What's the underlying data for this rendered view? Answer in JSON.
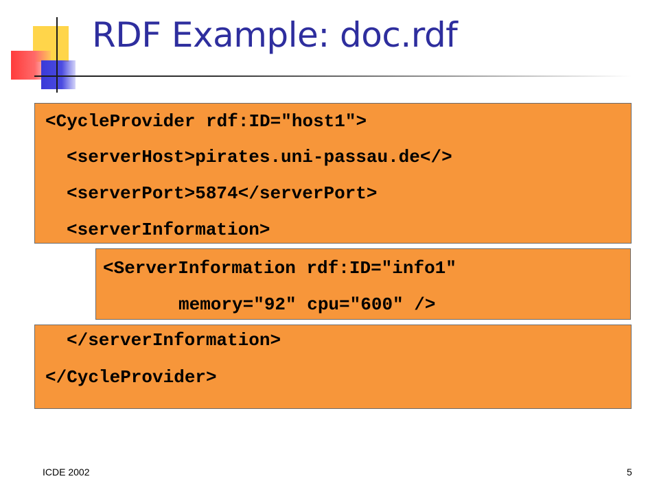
{
  "slide": {
    "title": "RDF Example: doc.rdf",
    "code_lines": [
      "<CycleProvider rdf:ID=\"host1\">",
      "<serverHost>pirates.uni-passau.de</>",
      "<serverPort>5874</serverPort>",
      "<serverInformation>",
      "<ServerInformation rdf:ID=\"info1\"",
      "memory=\"92\" cpu=\"600\" />",
      "</serverInformation>",
      "</CycleProvider>"
    ],
    "footer": {
      "left": "ICDE 2002",
      "page_number": "5"
    }
  },
  "colors": {
    "title": "#2e2e9e",
    "code_box_fill": "#f7963a",
    "code_text": "#000000"
  }
}
